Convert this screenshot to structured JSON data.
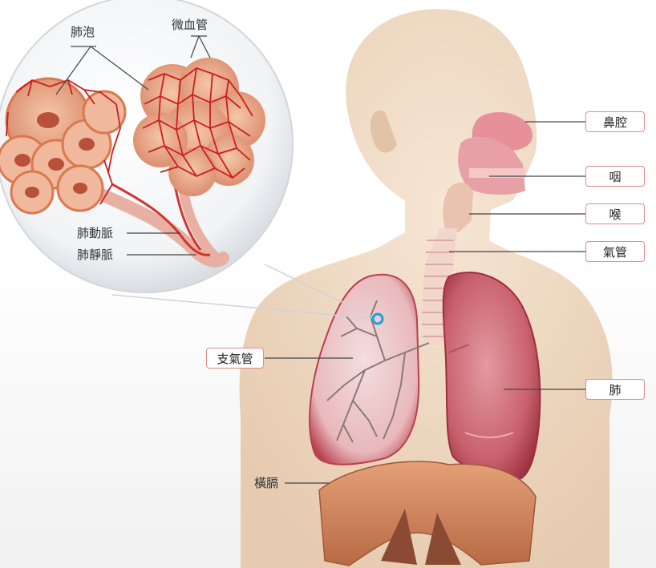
{
  "labels": {
    "alveoli": "肺泡",
    "capillaries": "微血管",
    "pulmonary_artery": "肺動脈",
    "pulmonary_vein": "肺靜脈",
    "diaphragm": "橫膈",
    "nasal_cavity": "鼻腔",
    "pharynx": "咽",
    "larynx": "喉",
    "trachea": "氣管",
    "bronchus": "支氣管",
    "lung": "肺"
  },
  "colors": {
    "label_border": "#e08a8a",
    "lung": "#c0505e",
    "skin": "#efd9c2",
    "diaphragm": "#cf8456",
    "capillary": "#d01c1c",
    "highlight_ring": "#1aa0e0"
  }
}
